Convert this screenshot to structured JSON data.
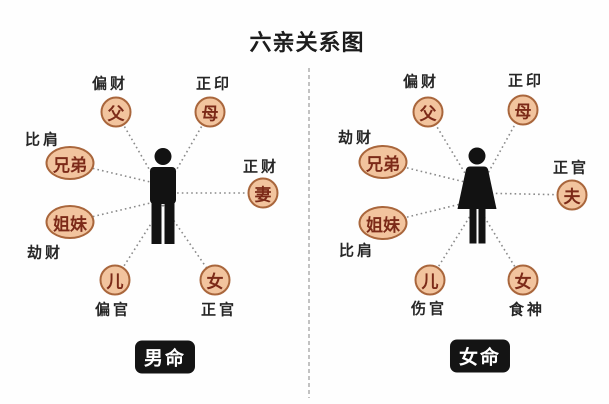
{
  "title": "六亲关系图",
  "colors": {
    "bubble_fill": "#f2c49e",
    "bubble_border": "#a9663c",
    "bubble_text": "#7c2a18",
    "label_text": "#262626",
    "connector_line": "#8a8a8a",
    "badge_background": "#141414",
    "badge_text": "#ffffff"
  },
  "panels": [
    {
      "id": "male",
      "figure": "male-silhouette",
      "badge": "男命",
      "nodes": [
        {
          "relative": "father",
          "circle": "父",
          "label": "偏财"
        },
        {
          "relative": "mother",
          "circle": "母",
          "label": "正印"
        },
        {
          "relative": "brothers",
          "circle": "兄弟",
          "label": "比肩"
        },
        {
          "relative": "sisters",
          "circle": "姐妹",
          "label": "劫财"
        },
        {
          "relative": "wife",
          "circle": "妻",
          "label": "正财"
        },
        {
          "relative": "son",
          "circle": "儿",
          "label": "偏官"
        },
        {
          "relative": "daughter",
          "circle": "女",
          "label": "正官"
        }
      ]
    },
    {
      "id": "female",
      "figure": "female-silhouette",
      "badge": "女命",
      "nodes": [
        {
          "relative": "father",
          "circle": "父",
          "label": "偏财"
        },
        {
          "relative": "mother",
          "circle": "母",
          "label": "正印"
        },
        {
          "relative": "brothers",
          "circle": "兄弟",
          "label": "劫财"
        },
        {
          "relative": "sisters",
          "circle": "姐妹",
          "label": "比肩"
        },
        {
          "relative": "husband",
          "circle": "夫",
          "label": "正官"
        },
        {
          "relative": "son",
          "circle": "儿",
          "label": "伤官"
        },
        {
          "relative": "daughter",
          "circle": "女",
          "label": "食神"
        }
      ]
    }
  ]
}
